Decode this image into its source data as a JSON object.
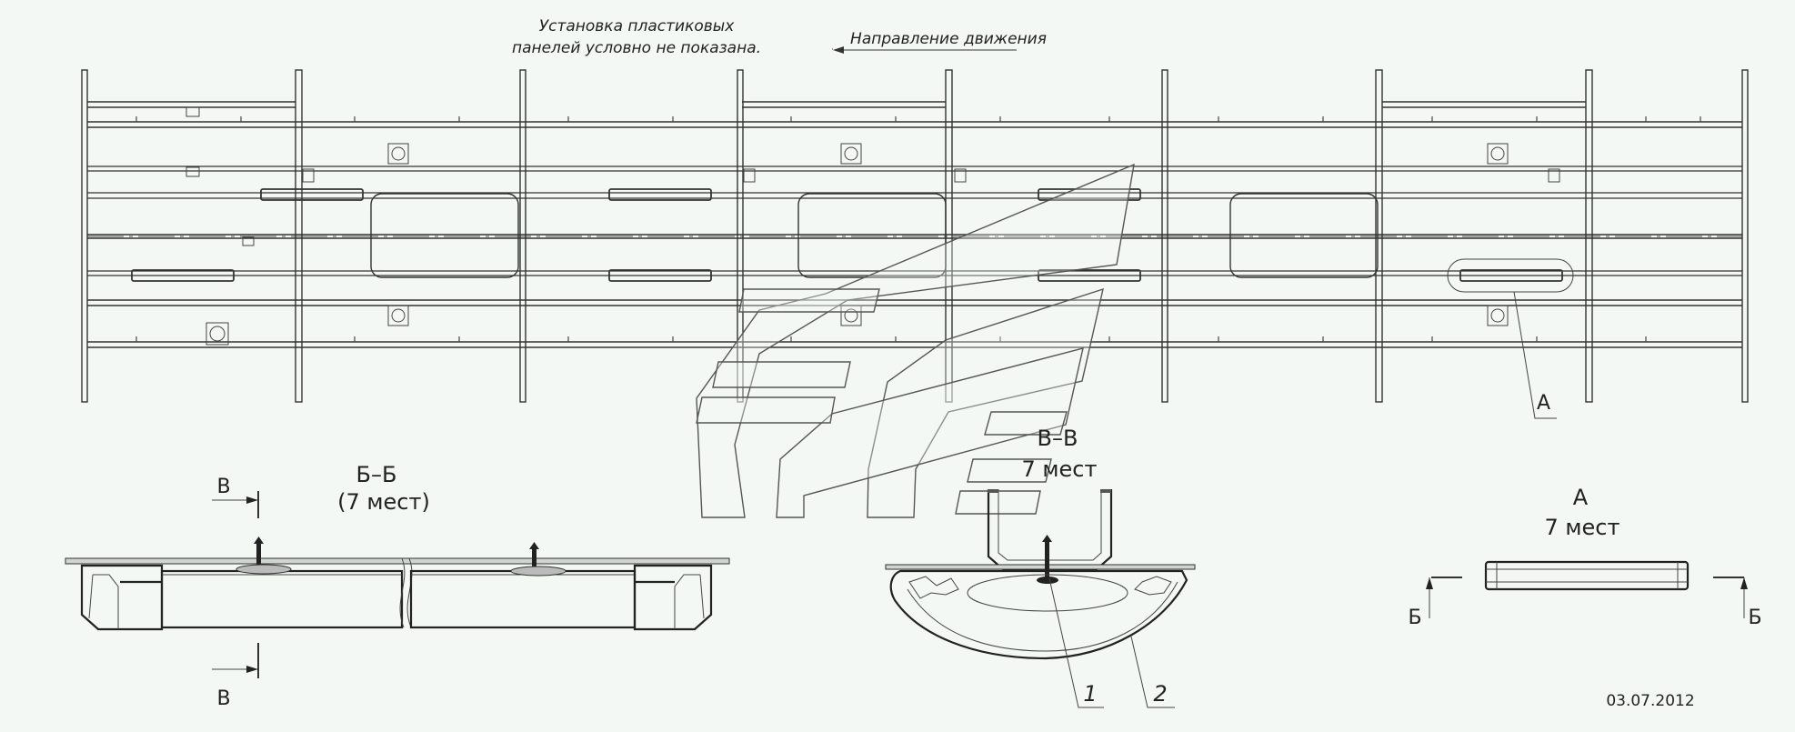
{
  "notes": {
    "panels_line1": "Установка пластиковых",
    "panels_line2": "панелей условно не показана.",
    "direction": "Направление движения"
  },
  "plan": {
    "callout_a": "А"
  },
  "section_bb": {
    "title": "Б–Б",
    "count": "(7 мест)",
    "cut_label_top": "В",
    "cut_label_bottom": "В"
  },
  "section_vv": {
    "title": "В–В",
    "count": "7 мест",
    "pos1": "1",
    "pos2": "2"
  },
  "view_a": {
    "title": "А",
    "count": "7 мест",
    "cut_left": "Б",
    "cut_right": "Б"
  },
  "date": "03.07.2012"
}
